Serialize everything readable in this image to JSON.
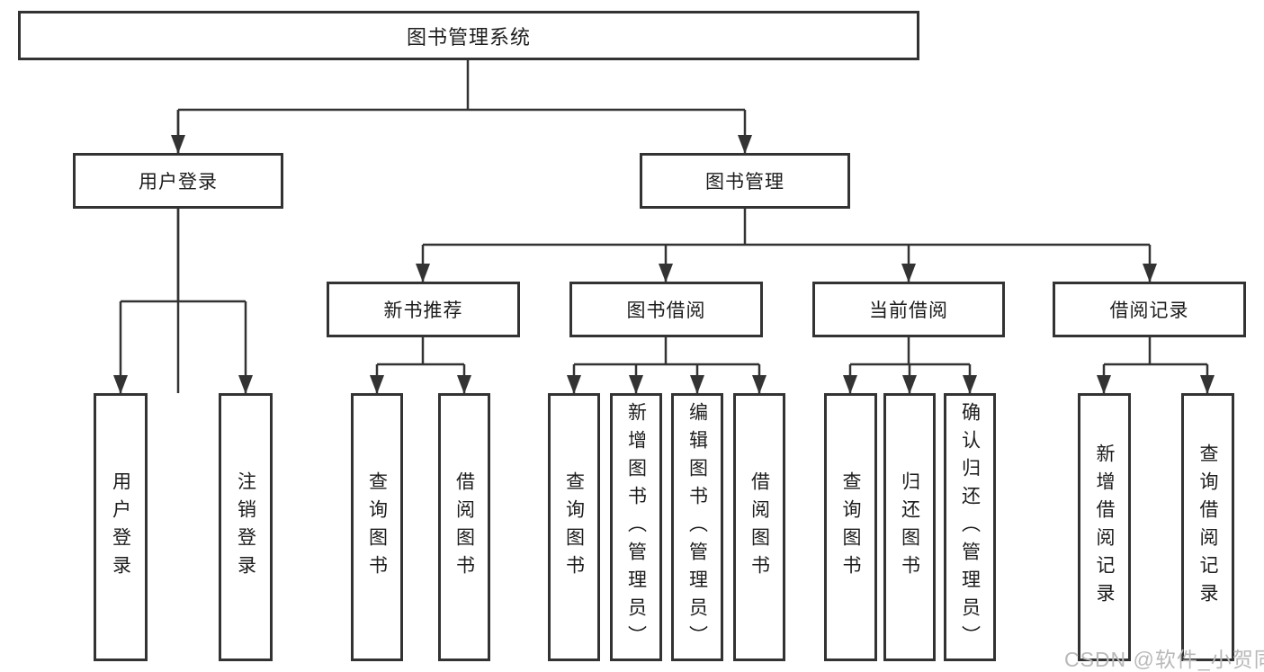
{
  "colors": {
    "line": "#333333",
    "box_border": "#333333",
    "box_fill": "#ffffff",
    "text": "#1c1c1c",
    "watermark": "#b9b9b9"
  },
  "tree": {
    "root": {
      "label": "图书管理系统",
      "children": [
        {
          "label": "用户登录",
          "children": [
            {
              "label": "用户登录"
            },
            {
              "label": "注销登录"
            }
          ]
        },
        {
          "label": "图书管理",
          "children": [
            {
              "label": "新书推荐",
              "children": [
                {
                  "label": "查询图书"
                },
                {
                  "label": "借阅图书"
                }
              ]
            },
            {
              "label": "图书借阅",
              "children": [
                {
                  "label": "查询图书"
                },
                {
                  "label": "新增图书（管理员）"
                },
                {
                  "label": "编辑图书（管理员）"
                },
                {
                  "label": "借阅图书"
                }
              ]
            },
            {
              "label": "当前借阅",
              "children": [
                {
                  "label": "查询图书"
                },
                {
                  "label": "归还图书"
                },
                {
                  "label": "确认归还（管理员）"
                }
              ]
            },
            {
              "label": "借阅记录",
              "children": [
                {
                  "label": "新增借阅记录"
                },
                {
                  "label": "查询借阅记录"
                }
              ]
            }
          ]
        }
      ]
    }
  },
  "watermark": {
    "text": "CSDN @软件_小贺同学"
  }
}
